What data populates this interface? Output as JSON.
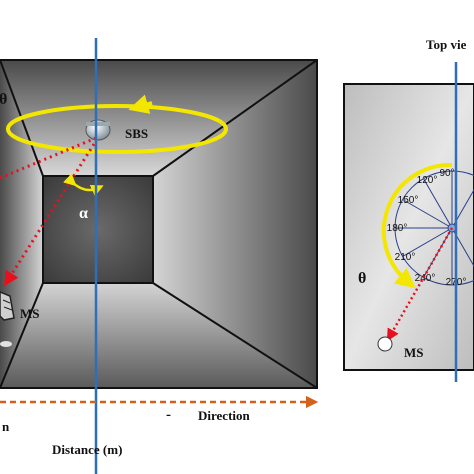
{
  "labels": {
    "top_view": "Top vie",
    "sbs": "SBS",
    "ms_room": "MS",
    "ms_top": "MS",
    "alpha": "α",
    "theta_room": "θ",
    "theta_top": "θ",
    "minus": "-",
    "direction": "Direction",
    "left_fragment": "n",
    "distance": "Distance (m)"
  },
  "angle_labels": [
    "90°",
    "120°",
    "150°",
    "180°",
    "210°",
    "240°",
    "270°"
  ],
  "colors": {
    "blue_line": "#2f6fb8",
    "red_dotted": "#e8101c",
    "yellow_arc": "#f3e600",
    "orange_arrow": "#d4611b"
  }
}
